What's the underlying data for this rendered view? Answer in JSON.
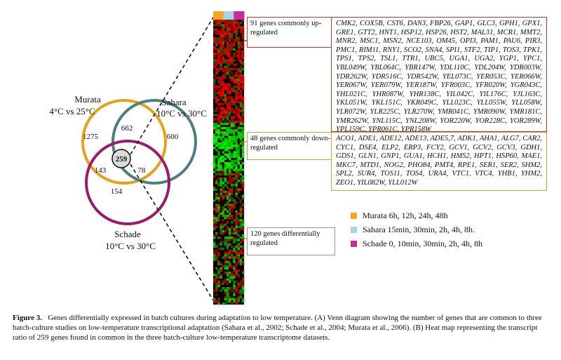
{
  "venn": {
    "murata": {
      "name": "Murata",
      "cond": "4°C vs 25°C"
    },
    "sahara": {
      "name": "Sahara",
      "cond": "10°C vs 30°C"
    },
    "schade": {
      "name": "Schade",
      "cond": "10°C vs 30°C"
    },
    "counts": {
      "murata_only": "1275",
      "murata_sahara": "662",
      "sahara_only": "600",
      "center": "259",
      "murata_schade": "143",
      "sahara_schade": "78",
      "schade_only": "154"
    },
    "colors": {
      "murata": "#e6a21a",
      "sahara": "#4e7f7f",
      "schade": "#9a1c6c",
      "center_fill": "#d9d9d9"
    }
  },
  "heatmap": {
    "header_colors": [
      "#f5a623",
      "#a8d2ea",
      "#cc2a9a"
    ],
    "bands": [
      {
        "color": "red",
        "from": 0,
        "to": 0.36
      },
      {
        "color": "green",
        "from": 0.36,
        "to": 0.53
      },
      {
        "color": "mixed",
        "from": 0.53,
        "to": 1.0
      }
    ]
  },
  "boxes": {
    "up": {
      "title": "91 genes commonly up-regulated",
      "color": "#c0392b",
      "genes": "CMK2, COX5B, CST6, DAN3, FBP26, GAP1, GLC3, GPH1, GPX1, GRE1, GTT2, HNT1, HSP12, HSP26, HST2, MAL31, MCR1, MMT2, MNR2, MSC1, MSN2, NCE103, OM45, OPI3, PAM1, PAU6, PIR3, PMC1, RIM11, RNY1, SCO2, SNA4, SPI1, STF2, TIP1, TOS3, TPK1, TPS1, TPS2, TSL1, TTR1, UBC5, UGA1, UGA2, YGP1, YPC1, YBL049W, YBL064C, YBR147W, YDL110C, YDL204W, YDR003W, YDR262W, YDR516C, YDR542W, YEL073C, YER053C, YER066W, YER067W, YER079W, YER187W, YFR003C, YFR020W, YGR043C, YHL021C, YHR087W, YHR138C, YIL042C, YIL176C, YJL163C, YKL051W, YKL151C, YKR049C, YLL023C, YLL055W, YLL058W, YLR072W, YLR225C, YLR270W, YMR041C, YMR090W, YMR181C, YMR262W, YNL115C, YNL208W, YOR220W, YOR228C, YOR289W, YPL159C, YPR061C, YPR158W"
    },
    "down": {
      "title": "48 genes commonly down-regulated",
      "color": "#e69a2e",
      "genes": "ACO1, ADE1, ADE12, ADE13, ADE5,7, ADK1, AHA1, ALG7, CAR2, CYC1, DSE4, ELP2, ERP3, FCY2, GCV1, GCV2, GCV3, GDH1, GDS1, GLN1, GNP1, GUA1, HCH1, HMS2, HPT1, HSP60, MAE1, MKC7, MTD1, NOG2, PHO84, PMT4, RPE1, SER1, SER2, SHM2, SPL2, SUR4, TOS11, TOS4, URA4, VTC1, VTC4, YHB1, YHM2, ZEO1, YIL082W, YLL012W"
    },
    "diff": {
      "title": "120 genes differentially regulated",
      "color": "#999999"
    }
  },
  "legend": [
    {
      "color": "#f5a623",
      "label": "Murata 6h, 12h, 24h, 48h"
    },
    {
      "color": "#a8d2ea",
      "label": "Sahara 15min, 30min, 2h, 4h, 8h."
    },
    {
      "color": "#cc2a9a",
      "label": "Schade 0, 10min, 30min, 2h, 4h, 8h"
    }
  ],
  "caption": {
    "label": "Figure 3.",
    "text": "Genes differentially expressed in batch cultures during adaptation to low temperature. (A) Venn diagram showing the number of genes that are common to three batch-culture studies on low-temperature transcriptional adaptation (Sahara et al., 2002; Schade et al., 2004; Murata et al., 2006). (B) Heat map representing the transcript ratio of 259 genes found in common in the three batch-culture low-temperature transcriptome datasets."
  }
}
